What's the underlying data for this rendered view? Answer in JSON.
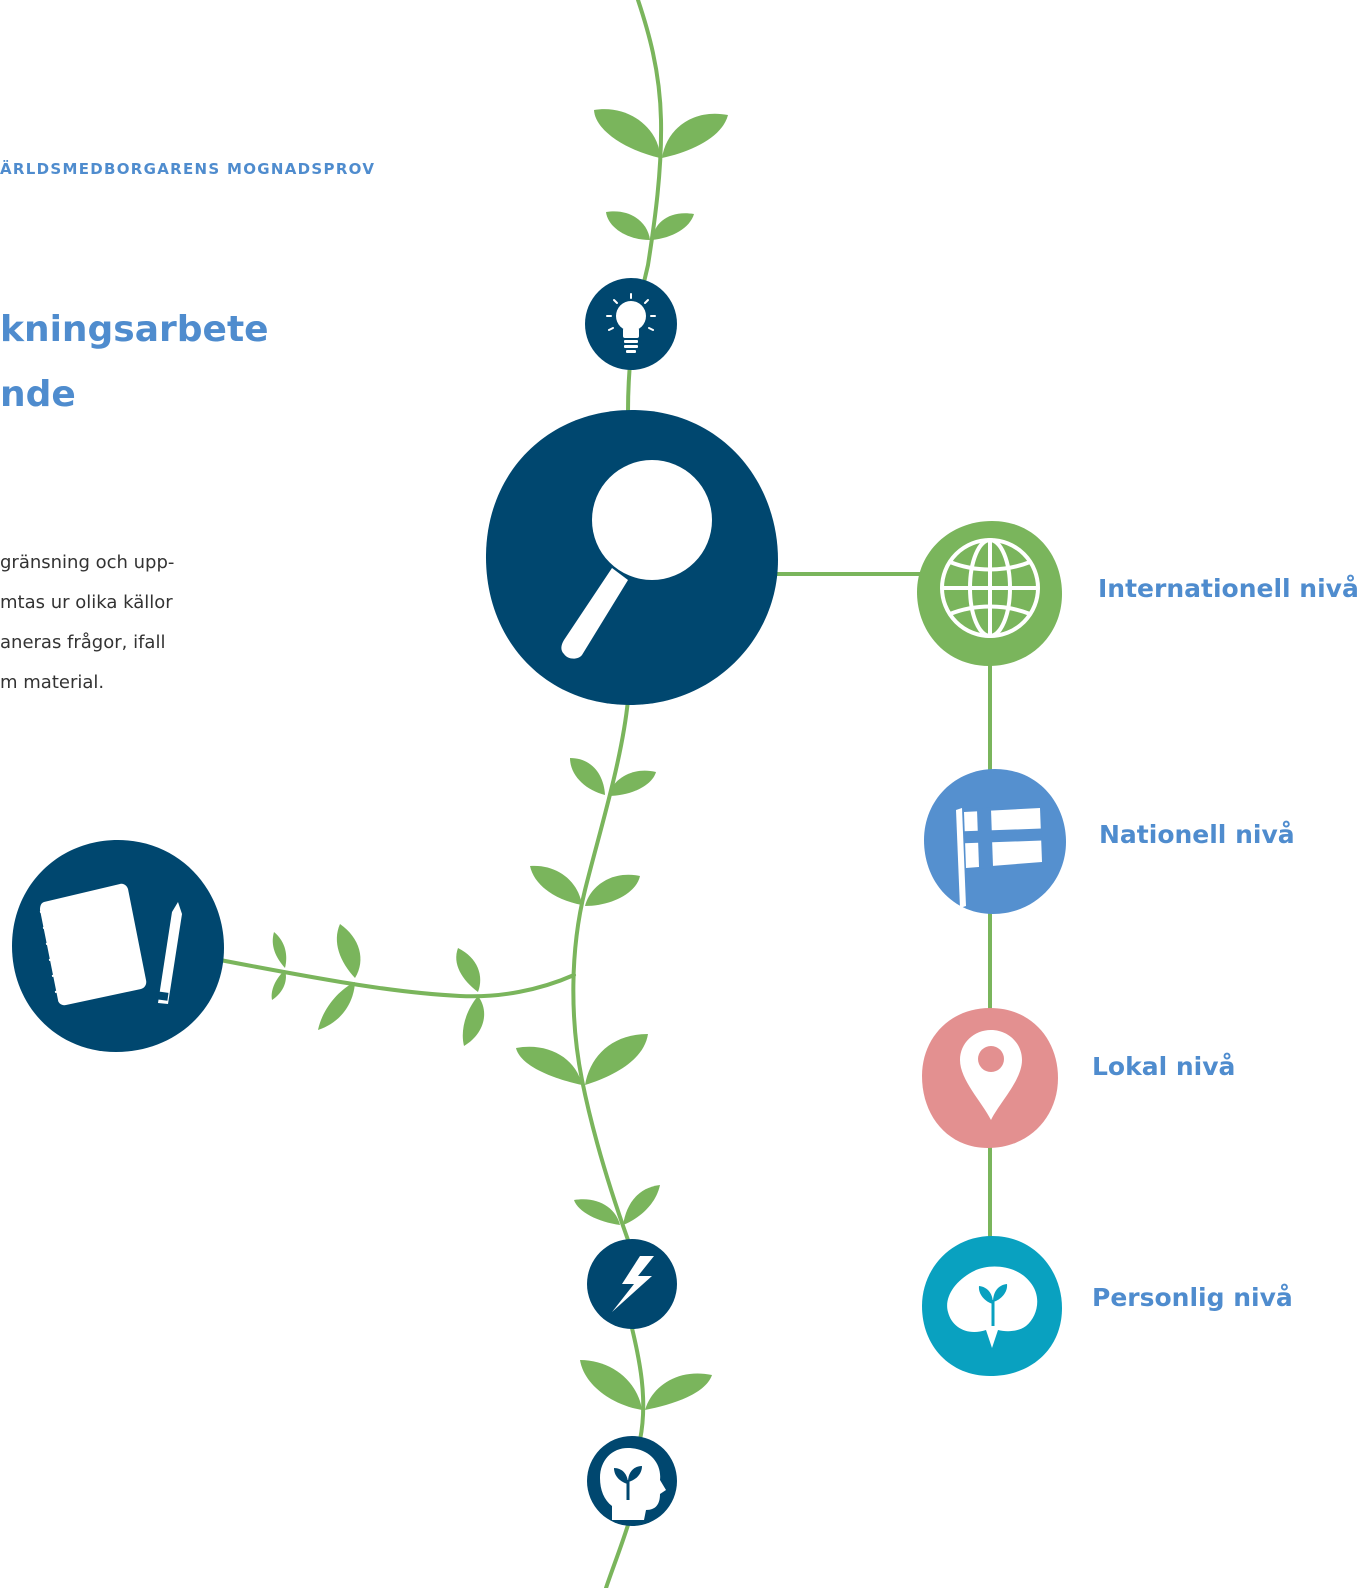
{
  "header": {
    "text": "ÄRLDSMEDBORGARENS MOGNADSPROV"
  },
  "title": {
    "line1": "kningsarbete",
    "line2": "nde"
  },
  "body_text": {
    "lines": [
      "gränsning och upp-",
      "mtas ur olika källor",
      "aneras frågor, ifall",
      "m material."
    ]
  },
  "levels": [
    {
      "label": "Internationell nivå",
      "icon": "globe-icon",
      "color": "#7ab55c"
    },
    {
      "label": "Nationell nivå",
      "icon": "finnish-flag-icon",
      "color": "#5590cf"
    },
    {
      "label": "Lokal nivå",
      "icon": "map-pin-icon",
      "color": "#e39090"
    },
    {
      "label": "Personlig nivå",
      "icon": "plant-head-icon",
      "color": "#09a1c0"
    }
  ],
  "colors": {
    "navy": "#00476f",
    "vine": "#7ab55c",
    "accent_text": "#4f8cce"
  }
}
